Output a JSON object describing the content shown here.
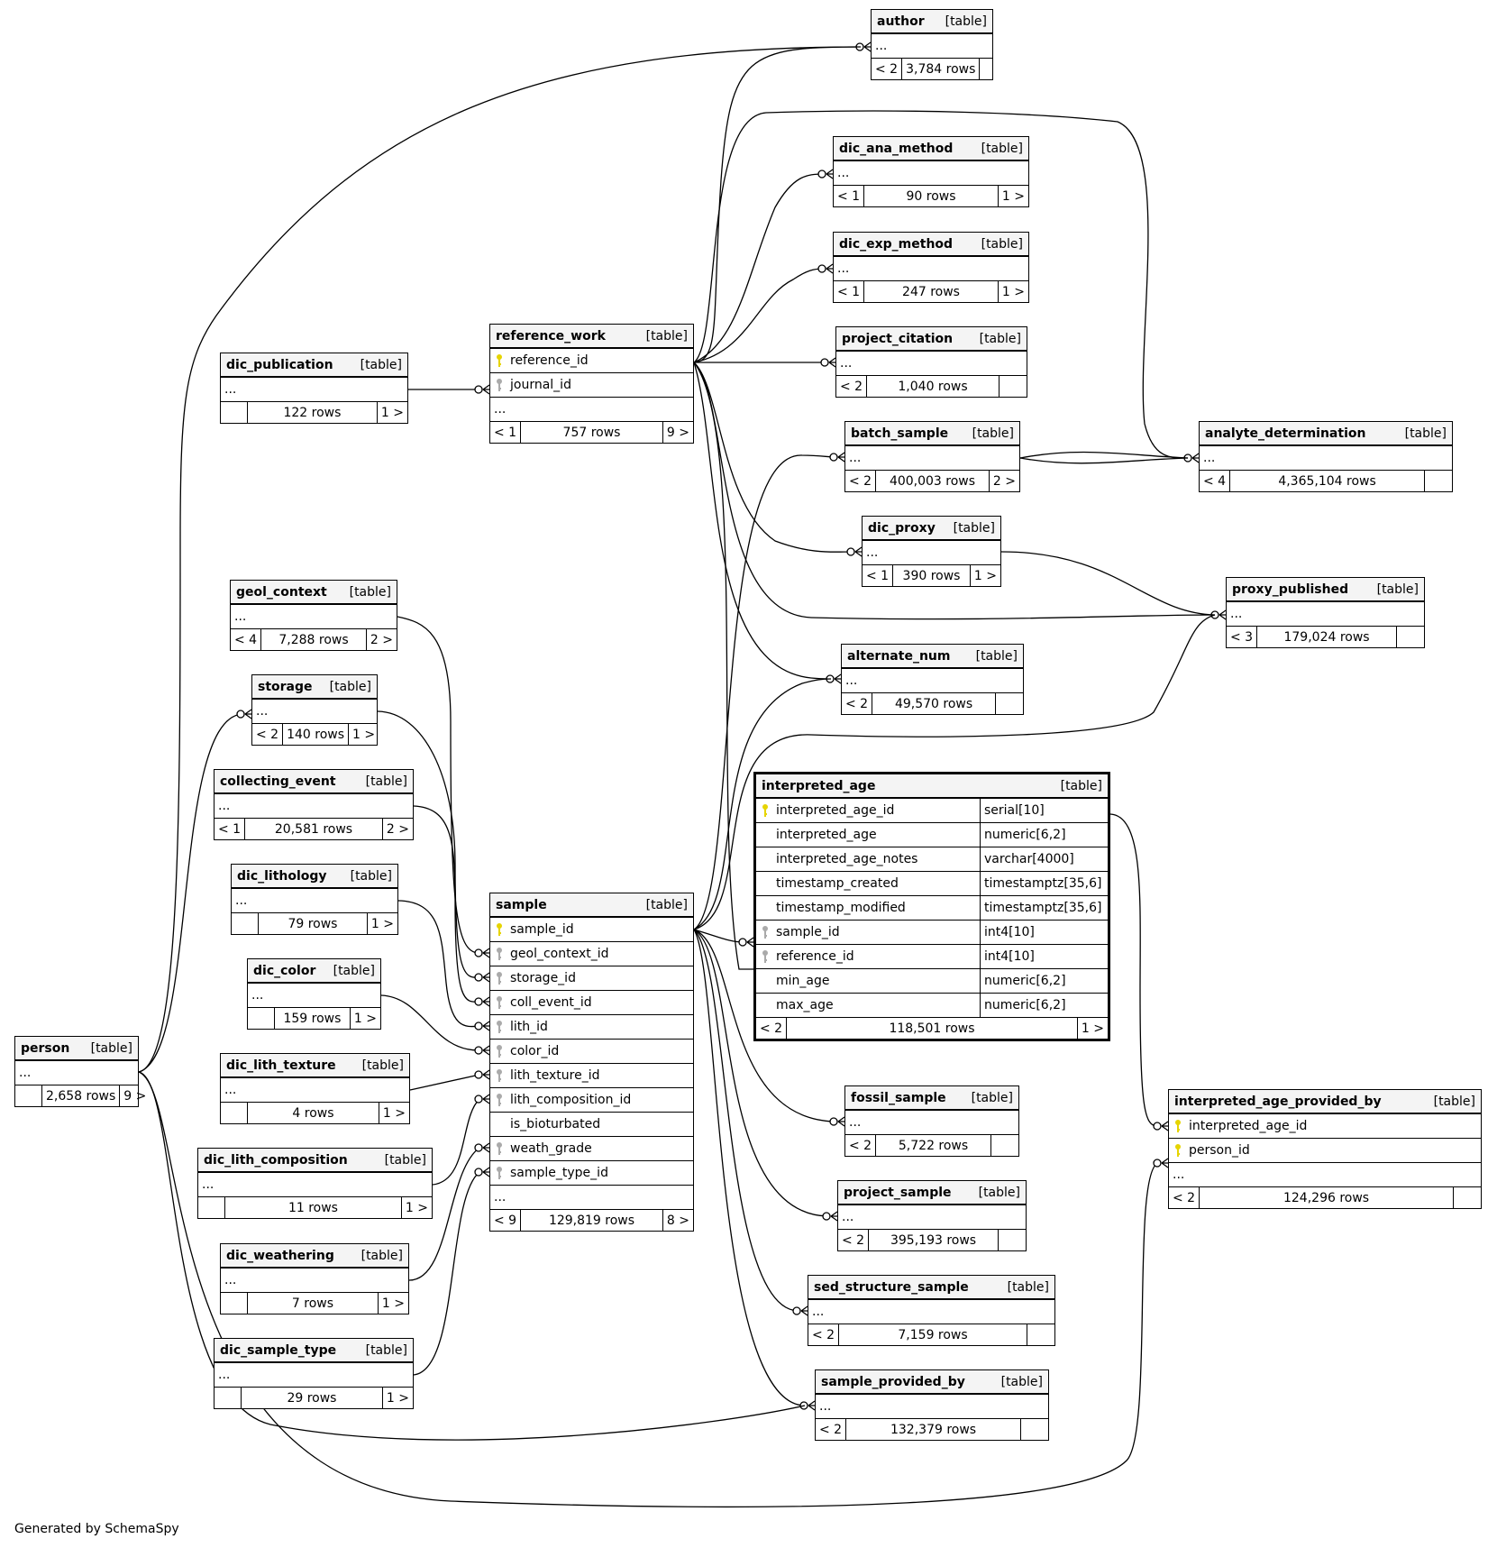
{
  "diagram": {
    "credit": "Generated by SchemaSpy",
    "table_kind": "[table]",
    "more_marker": "...",
    "colors": {
      "primary_key": "#e6d400",
      "foreign_key": "#aaaaaa",
      "header_bg": "#f4f4f4",
      "line": "#000000"
    },
    "tables": [
      {
        "id": "author",
        "name": "author",
        "footer": [
          "< 2",
          "3,784 rows",
          ""
        ]
      },
      {
        "id": "dic_ana_method",
        "name": "dic_ana_method",
        "footer": [
          "< 1",
          "90 rows",
          "1 >"
        ]
      },
      {
        "id": "dic_exp_method",
        "name": "dic_exp_method",
        "footer": [
          "< 1",
          "247 rows",
          "1 >"
        ]
      },
      {
        "id": "project_citation",
        "name": "project_citation",
        "footer": [
          "< 2",
          "1,040 rows",
          ""
        ]
      },
      {
        "id": "reference_work",
        "name": "reference_work",
        "columns": [
          {
            "name": "reference_id",
            "key": "pk"
          },
          {
            "name": "journal_id",
            "key": "fk"
          }
        ],
        "footer": [
          "< 1",
          "757 rows",
          "9 >"
        ]
      },
      {
        "id": "dic_publication",
        "name": "dic_publication",
        "footer": [
          "",
          "122 rows",
          "1 >"
        ]
      },
      {
        "id": "batch_sample",
        "name": "batch_sample",
        "footer": [
          "< 2",
          "400,003 rows",
          "2 >"
        ]
      },
      {
        "id": "analyte_determination",
        "name": "analyte_determination",
        "footer": [
          "< 4",
          "4,365,104 rows",
          ""
        ]
      },
      {
        "id": "dic_proxy",
        "name": "dic_proxy",
        "footer": [
          "< 1",
          "390 rows",
          "1 >"
        ]
      },
      {
        "id": "proxy_published",
        "name": "proxy_published",
        "footer": [
          "< 3",
          "179,024 rows",
          ""
        ]
      },
      {
        "id": "geol_context",
        "name": "geol_context",
        "footer": [
          "< 4",
          "7,288 rows",
          "2 >"
        ]
      },
      {
        "id": "alternate_num",
        "name": "alternate_num",
        "footer": [
          "< 2",
          "49,570 rows",
          ""
        ]
      },
      {
        "id": "storage",
        "name": "storage",
        "footer": [
          "< 2",
          "140 rows",
          "1 >"
        ]
      },
      {
        "id": "collecting_event",
        "name": "collecting_event",
        "footer": [
          "< 1",
          "20,581 rows",
          "2 >"
        ]
      },
      {
        "id": "interpreted_age",
        "name": "interpreted_age",
        "columns": [
          {
            "name": "interpreted_age_id",
            "key": "pk",
            "type": "serial[10]"
          },
          {
            "name": "interpreted_age",
            "key": "",
            "type": "numeric[6,2]"
          },
          {
            "name": "interpreted_age_notes",
            "key": "",
            "type": "varchar[4000]"
          },
          {
            "name": "timestamp_created",
            "key": "",
            "type": "timestamptz[35,6]"
          },
          {
            "name": "timestamp_modified",
            "key": "",
            "type": "timestamptz[35,6]"
          },
          {
            "name": "sample_id",
            "key": "fk",
            "type": "int4[10]"
          },
          {
            "name": "reference_id",
            "key": "fk",
            "type": "int4[10]"
          },
          {
            "name": "min_age",
            "key": "",
            "type": "numeric[6,2]"
          },
          {
            "name": "max_age",
            "key": "",
            "type": "numeric[6,2]"
          }
        ],
        "footer": [
          "< 2",
          "118,501 rows",
          "1 >"
        ]
      },
      {
        "id": "dic_lithology",
        "name": "dic_lithology",
        "footer": [
          "",
          "79 rows",
          "1 >"
        ]
      },
      {
        "id": "sample",
        "name": "sample",
        "columns": [
          {
            "name": "sample_id",
            "key": "pk"
          },
          {
            "name": "geol_context_id",
            "key": "fk"
          },
          {
            "name": "storage_id",
            "key": "fk"
          },
          {
            "name": "coll_event_id",
            "key": "fk"
          },
          {
            "name": "lith_id",
            "key": "fk"
          },
          {
            "name": "color_id",
            "key": "fk"
          },
          {
            "name": "lith_texture_id",
            "key": "fk"
          },
          {
            "name": "lith_composition_id",
            "key": "fk"
          },
          {
            "name": "is_bioturbated",
            "key": ""
          },
          {
            "name": "weath_grade",
            "key": "fk"
          },
          {
            "name": "sample_type_id",
            "key": "fk"
          }
        ],
        "footer": [
          "< 9",
          "129,819 rows",
          "8 >"
        ]
      },
      {
        "id": "dic_color",
        "name": "dic_color",
        "footer": [
          "",
          "159 rows",
          "1 >"
        ]
      },
      {
        "id": "person",
        "name": "person",
        "footer": [
          "",
          "2,658 rows",
          "9 >"
        ]
      },
      {
        "id": "dic_lith_texture",
        "name": "dic_lith_texture",
        "footer": [
          "",
          "4 rows",
          "1 >"
        ]
      },
      {
        "id": "interpreted_age_provided_by",
        "name": "interpreted_age_provided_by",
        "columns": [
          {
            "name": "interpreted_age_id",
            "key": "pk"
          },
          {
            "name": "person_id",
            "key": "pk"
          }
        ],
        "footer": [
          "< 2",
          "124,296 rows",
          ""
        ]
      },
      {
        "id": "fossil_sample",
        "name": "fossil_sample",
        "footer": [
          "< 2",
          "5,722 rows",
          ""
        ]
      },
      {
        "id": "dic_lith_composition",
        "name": "dic_lith_composition",
        "footer": [
          "",
          "11 rows",
          "1 >"
        ]
      },
      {
        "id": "project_sample",
        "name": "project_sample",
        "footer": [
          "< 2",
          "395,193 rows",
          ""
        ]
      },
      {
        "id": "dic_weathering",
        "name": "dic_weathering",
        "footer": [
          "",
          "7 rows",
          "1 >"
        ]
      },
      {
        "id": "sed_structure_sample",
        "name": "sed_structure_sample",
        "footer": [
          "< 2",
          "7,159 rows",
          ""
        ]
      },
      {
        "id": "dic_sample_type",
        "name": "dic_sample_type",
        "footer": [
          "",
          "29 rows",
          "1 >"
        ]
      },
      {
        "id": "sample_provided_by",
        "name": "sample_provided_by",
        "footer": [
          "< 2",
          "132,379 rows",
          ""
        ]
      }
    ]
  }
}
